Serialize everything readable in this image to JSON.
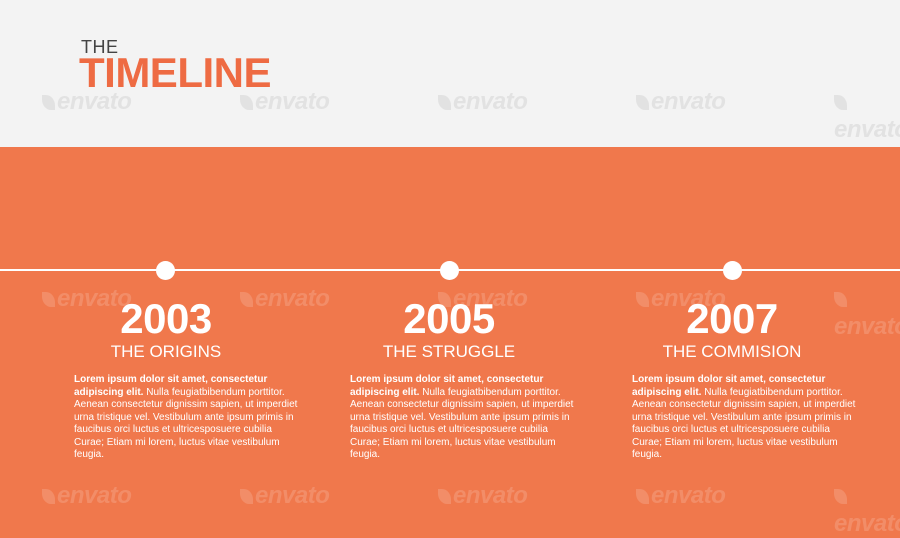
{
  "header": {
    "title_small": "THE",
    "title_big": "TIMELINE"
  },
  "watermark": "envato",
  "colors": {
    "accent": "#f0784c",
    "title_accent": "#ee6b43",
    "header_bg": "#f3f3f3"
  },
  "events": [
    {
      "year": "2003",
      "subtitle": "THE ORIGINS",
      "bold_text": "Lorem ipsum dolor sit amet, consectetur adipiscing elit.",
      "body_text": "Nulla feugiatbibendum porttitor. Aenean consectetur dignissim sapien, ut imperdiet urna tristique vel. Vestibulum ante ipsum primis in faucibus orci luctus et ultricesposuere cubilia Curae; Etiam mi lorem, luctus vitae vestibulum feugia."
    },
    {
      "year": "2005",
      "subtitle": "THE STRUGGLE",
      "bold_text": "Lorem ipsum dolor sit amet, consectetur adipiscing elit.",
      "body_text": "Nulla feugiatbibendum porttitor. Aenean consectetur dignissim sapien, ut imperdiet urna tristique vel. Vestibulum ante ipsum primis in faucibus orci luctus et ultricesposuere cubilia Curae; Etiam mi lorem, luctus vitae vestibulum feugia."
    },
    {
      "year": "2007",
      "subtitle": "THE COMMISION",
      "bold_text": "Lorem ipsum dolor sit amet, consectetur adipiscing elit.",
      "body_text": "Nulla feugiatbibendum porttitor. Aenean consectetur dignissim sapien, ut imperdiet urna tristique vel. Vestibulum ante ipsum primis in faucibus orci luctus et ultricesposuere cubilia Curae; Etiam mi lorem, luctus vitae vestibulum feugia."
    }
  ]
}
